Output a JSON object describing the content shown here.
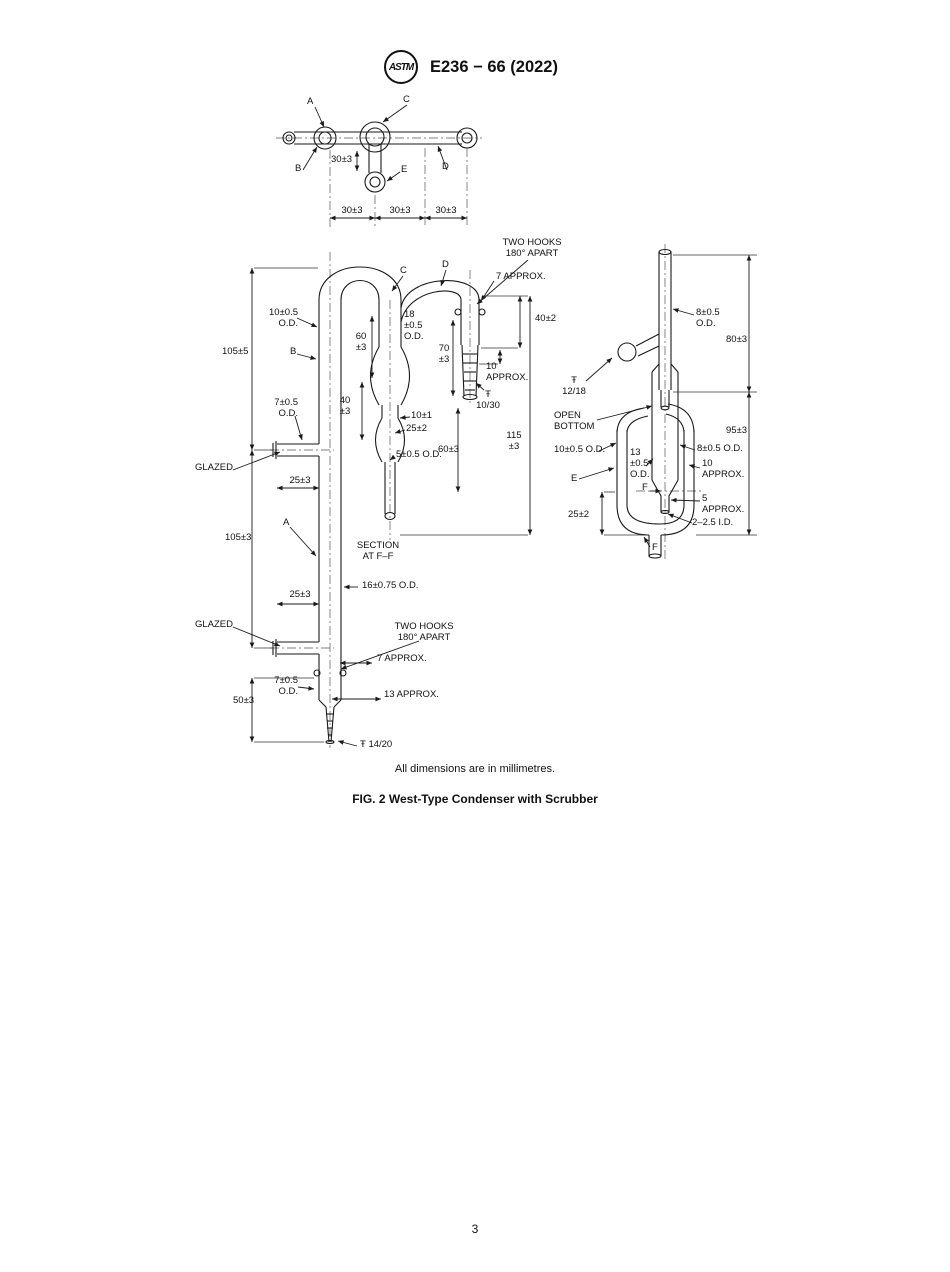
{
  "header": {
    "logo": "ASTM",
    "title": "E236 − 66 (2022)"
  },
  "figure": {
    "note": "All dimensions are in millimetres.",
    "caption": "FIG. 2  West-Type Condenser with Scrubber"
  },
  "footer": {
    "page_number": "3"
  },
  "drawing": {
    "top_assembly": {
      "label_a": "A",
      "label_b": "B",
      "label_c": "C",
      "label_d": "D",
      "label_e": "E",
      "dim_30_vert": "30±3",
      "dim_30_1": "30±3",
      "dim_30_2": "30±3",
      "dim_30_3": "30±3"
    },
    "condenser": {
      "two_hooks_top": "TWO HOOKS\n180° APART",
      "approx_7_top": "7 APPROX.",
      "label_c": "C",
      "label_d": "D",
      "label_b": "B",
      "label_a": "A",
      "dim_40_2": "40±2",
      "od_10": "10±0.5\nO.D.",
      "od_18": "18\n±0.5\nO.D.",
      "dim_60_3_upper": "60\n±3",
      "dim_105_5": "105±5",
      "dim_70_3": "70\n±3",
      "approx_10": "10\nAPPROX.",
      "joint_10_30": "Ŧ\n10/30",
      "od_7_upper": "7±0.5\nO.D.",
      "dim_40_3": "40\n±3",
      "dim_10_1": "10±1",
      "dim_25_2": "25±2",
      "od_5": "5±0.5 O.D.",
      "dim_60_3_lower": "60±3",
      "dim_115_3": "115\n±3",
      "glazed_upper": "GLAZED",
      "dim_25_3_upper": "25±3",
      "dim_105_3": "105±3",
      "section_ff": "SECTION\nAT F–F",
      "od_16": "16±0.75 O.D.",
      "dim_25_3_lower": "25±3",
      "glazed_lower": "GLAZED",
      "two_hooks_bottom": "TWO HOOKS\n180° APART",
      "approx_7_bottom": "7 APPROX.",
      "od_7_lower": "7±0.5\nO.D.",
      "approx_13": "13 APPROX.",
      "dim_50_3": "50±3",
      "joint_14_20": "Ŧ 14/20"
    },
    "scrubber": {
      "od_8_top": "8±0.5\nO.D.",
      "dim_80_3": "80±3",
      "joint_12_18": "Ŧ\n12/18",
      "open_bottom": "OPEN\nBOTTOM",
      "dim_95_3": "95±3",
      "od_10": "10±0.5 O.D.",
      "od_13": "13\n±0.5\nO.D.",
      "od_8": "8±0.5 O.D.",
      "approx_10": "10\nAPPROX.",
      "label_e": "E",
      "label_f_section": "F",
      "approx_5": "5\nAPPROX.",
      "id_2_2_5": "2–2.5 I.D.",
      "dim_25_2": "25±2",
      "label_f_bottom": "F"
    }
  }
}
